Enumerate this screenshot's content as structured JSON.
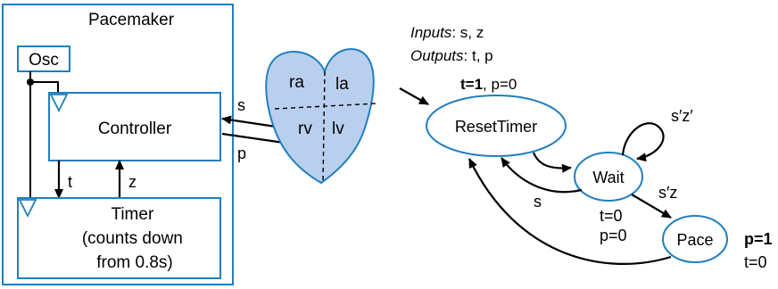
{
  "pacemaker": {
    "title": "Pacemaker",
    "osc": "Osc",
    "controller": "Controller",
    "timer": [
      "Timer",
      "(counts down",
      "from 0.8s)"
    ],
    "signal_t": "t",
    "signal_z": "z",
    "signal_s": "s",
    "signal_p": "p"
  },
  "heart": {
    "chambers": [
      "ra",
      "la",
      "rv",
      "lv"
    ],
    "fill_color": "#b9cfee",
    "stroke_color": "#1f7fbf"
  },
  "fsm": {
    "inputs_label": "Inputs",
    "inputs_value": ": s, z",
    "outputs_label": "Outputs",
    "outputs_value": ": t, p",
    "init_t": "t=1",
    "init_p": ", p=0",
    "states": {
      "reset": "ResetTimer",
      "wait": "Wait",
      "pace": "Pace"
    },
    "transitions": {
      "self_wait": "s′z′",
      "wait_to_pace": "s′z",
      "wait_to_reset": "s",
      "wait_outputs": [
        "t=0",
        "p=0"
      ],
      "pace_p": "p=1",
      "pace_t": "t=0"
    }
  },
  "colors": {
    "accent": "#1f7fbf",
    "heart_fill": "#b9cfee"
  }
}
